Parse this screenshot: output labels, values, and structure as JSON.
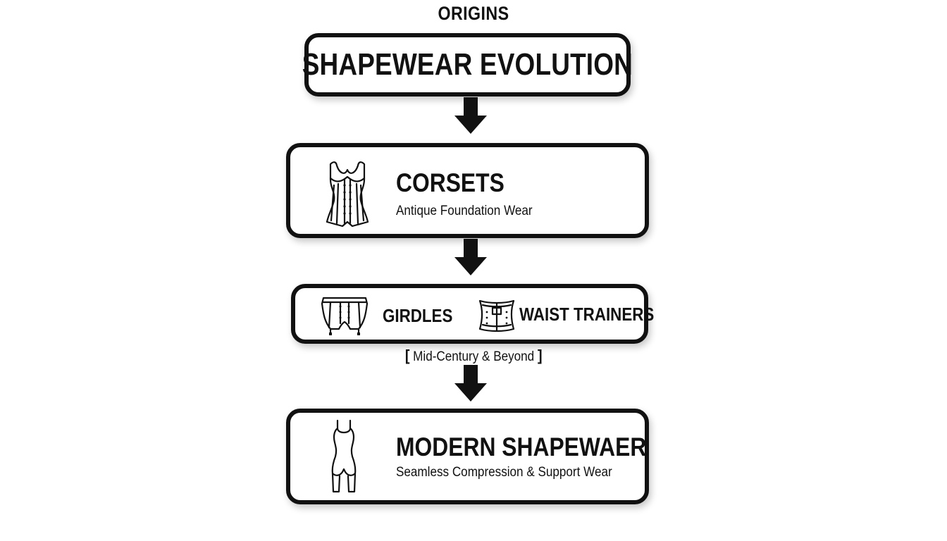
{
  "diagram": {
    "origins_label": "ORIGINS",
    "title": "SHAPEWEAR EVOLUTION",
    "stages": {
      "corsets": {
        "heading": "CORSETS",
        "subtitle": "Antique Foundation Wear",
        "icon": "corset-icon"
      },
      "mid_century": {
        "girdles": {
          "heading": "GIRDLES",
          "icon": "girdle-icon"
        },
        "waist_trainers": {
          "heading": "WAIST TRAINERS",
          "icon": "waist-trainer-icon"
        },
        "label_open": "[",
        "label": "Mid-Century & Beyond",
        "label_close": "]"
      },
      "modern": {
        "heading": "MODERN SHAPEWAER",
        "subtitle": "Seamless Compression & Support Wear",
        "icon": "bodysuit-icon"
      }
    },
    "colors": {
      "stroke": "#111111",
      "background": "#ffffff"
    }
  }
}
